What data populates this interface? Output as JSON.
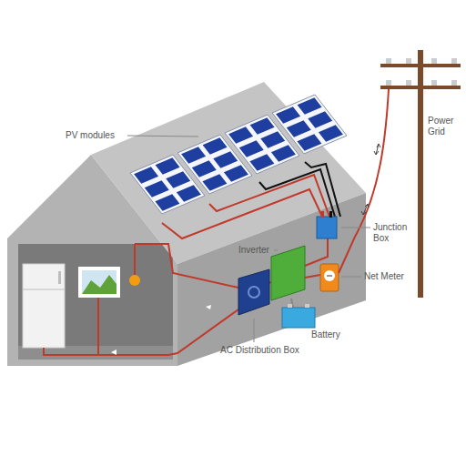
{
  "diagram": {
    "labels": [
      "PV modules",
      "Junction Box",
      "Inverter",
      "Net Meter",
      "Battery",
      "AC Distribution Box",
      "Power Grid"
    ]
  }
}
